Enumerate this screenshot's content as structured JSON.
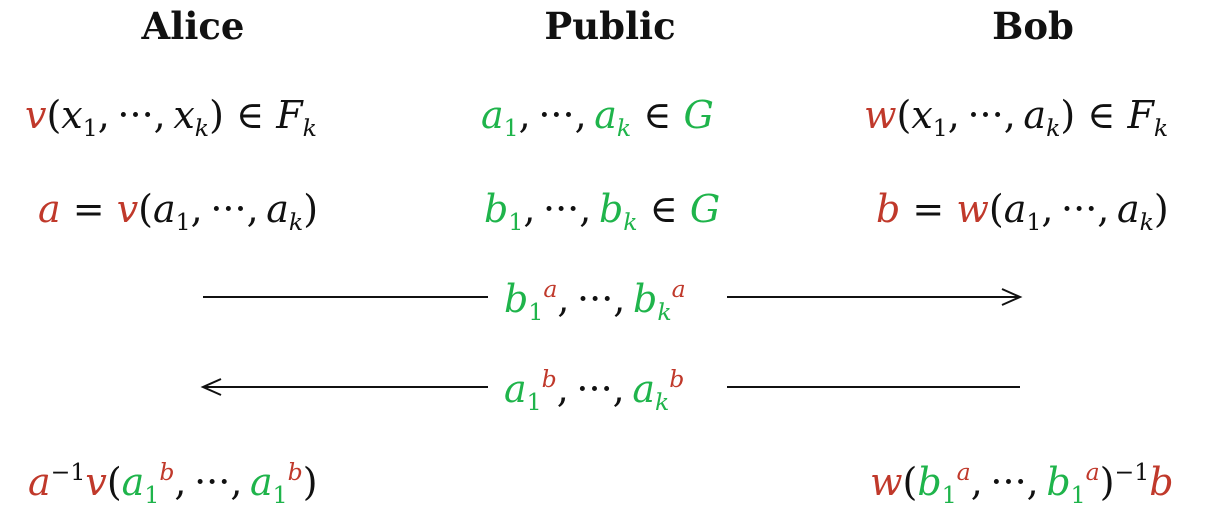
{
  "headers": {
    "alice": "Alice",
    "public": "Public",
    "bob": "Bob"
  },
  "symbols": {
    "v": "v",
    "w": "w",
    "a": "a",
    "b": "b",
    "x": "x",
    "F": "F",
    "G": "G",
    "k": "k",
    "one": "1",
    "inv": "−1",
    "dots": "···",
    "in": "∈",
    "eq": "=",
    "comma": ",",
    "lp": "(",
    "rp": ")"
  },
  "colors": {
    "secret": "#c0392b",
    "public": "#1fb44b",
    "text": "#111111"
  },
  "arrows": {
    "alice_to_bob": "right",
    "bob_to_alice": "left"
  }
}
